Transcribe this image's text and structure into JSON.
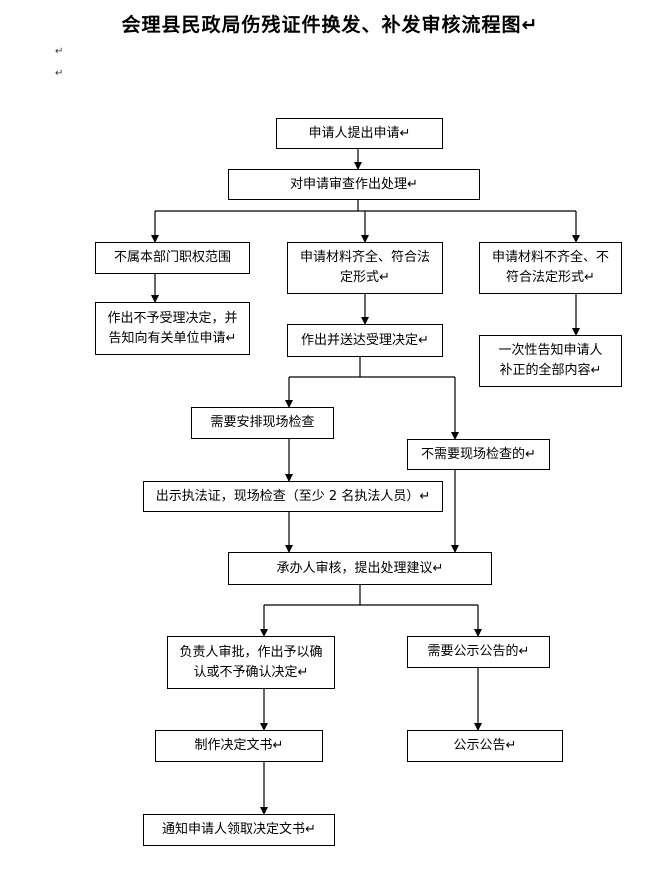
{
  "title": "会理县民政局伤残证件换发、补发审核流程图↵",
  "para_marks": [
    "↵",
    "↵"
  ],
  "nodes": {
    "submit": "申请人提出申请↵",
    "review": "对申请审查作出处理↵",
    "out_of_scope": "不属本部门职权范围",
    "complete": "申请材料齐全、符合法\n定形式↵",
    "incomplete": "申请材料不齐全、不\n符合法定形式↵",
    "reject": "作出不予受理决定，并\n告知向有关单位申请↵",
    "accept": "作出并送达受理决定↵",
    "notify_supplement": "一次性告知申请人\n补正的全部内容↵",
    "need_inspection": "需要安排现场检查",
    "no_inspection": "不需要现场检查的↵",
    "show_cert": "出示执法证，现场检查（至少 2 名执法人员）↵",
    "handler_review": "承办人审核，提出处理建议↵",
    "approve": "负责人审批，作出予以确\n认或不予确认决定↵",
    "need_announce": "需要公示公告的↵",
    "make_doc": "制作决定文书↵",
    "announce": "公示公告↵",
    "notify_collect": "通知申请人领取决定文书↵"
  }
}
